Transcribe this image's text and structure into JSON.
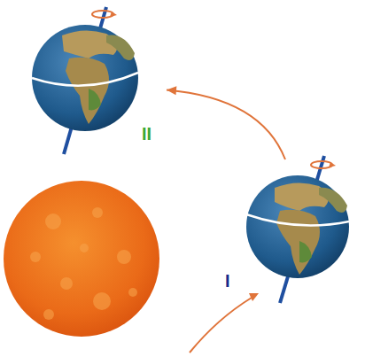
{
  "diagram": {
    "nodes": [
      {
        "text": [
          "II"
        ]
      },
      {
        "text": [
          "I"
        ]
      }
    ],
    "edges": [
      {
        "from": 1,
        "to": 0,
        "arrow": "to"
      }
    ]
  }
}
